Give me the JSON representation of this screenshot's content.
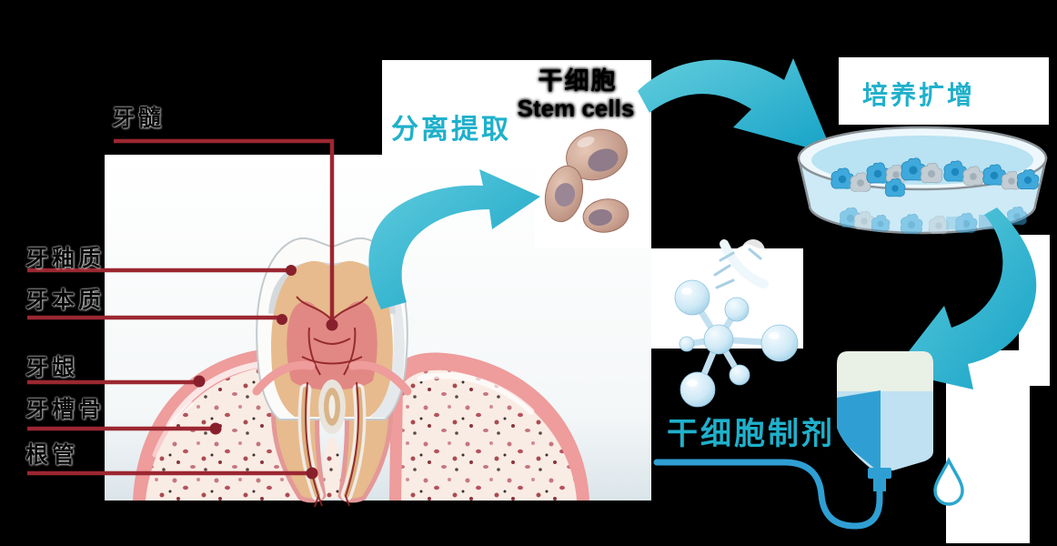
{
  "colors": {
    "teal_text": "#1fb0cb",
    "label_red": "#9b2731",
    "dot_red": "#88202c",
    "arrow_teal": "#2fb7cf",
    "bag_blue": "#2f9fd3",
    "dish_cell_blue": "#3fa9dc",
    "pulp_pink": "#e28884",
    "dentin_tan": "#e7bb8d"
  },
  "tooth_labels": {
    "pulp": "牙髓",
    "enamel": "牙釉质",
    "dentin": "牙本质",
    "gingiva": "牙龈",
    "alveolar_bone": "牙槽骨",
    "root_canal": "根管"
  },
  "steps": {
    "extraction": "分离提取",
    "stem_cells_cn": "干细胞",
    "stem_cells_en": "Stem cells",
    "culture": "培养扩增",
    "preparation": "干细胞制剂"
  }
}
